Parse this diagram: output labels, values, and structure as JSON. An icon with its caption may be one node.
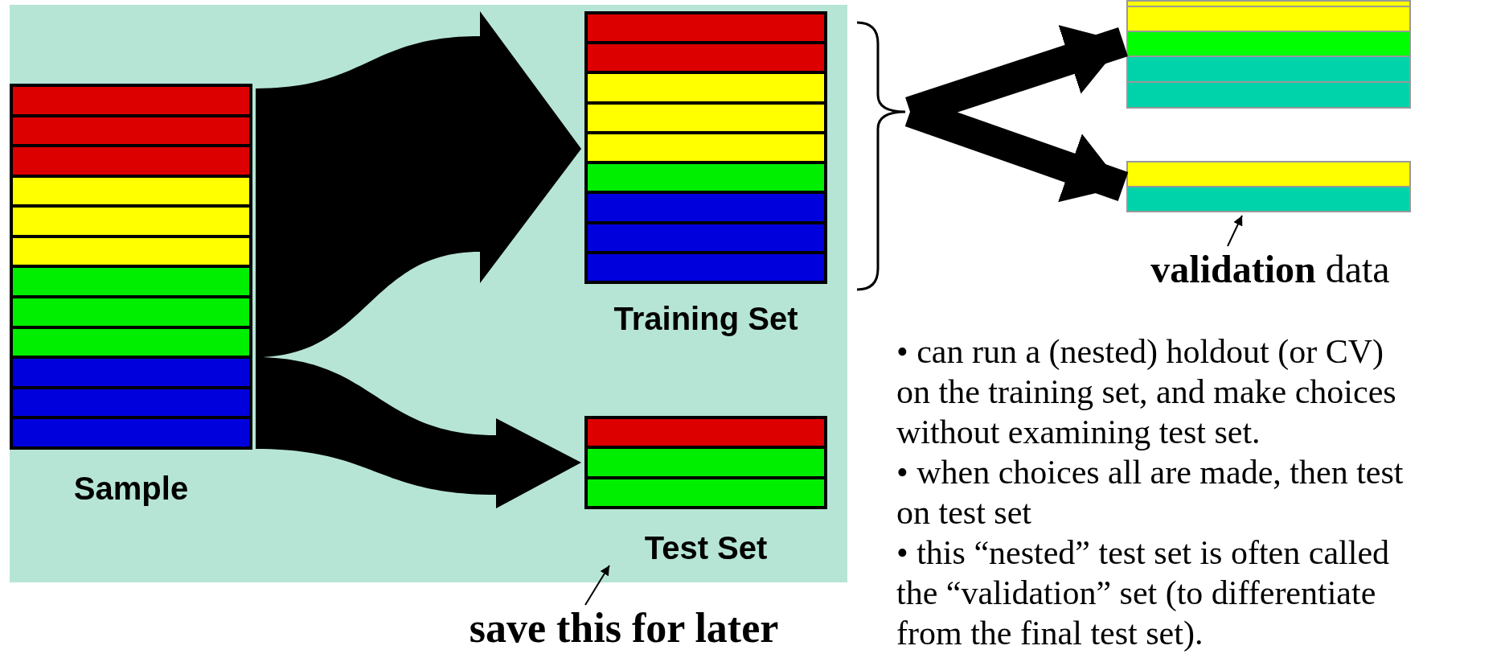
{
  "diagram": {
    "nodes": [
      {
        "text": [],
        "shape": "box"
      },
      {
        "text": [
          "Sample"
        ],
        "in": 0
      },
      {
        "text": [
          "Training Set"
        ],
        "in": 0
      },
      {
        "text": [
          "Test Set"
        ],
        "in": 0
      },
      {
        "text": [
          "save this for later"
        ]
      },
      {
        "text": [],
        "shape": "brace"
      },
      {
        "text": [],
        "shape": "box"
      },
      {
        "text": [],
        "shape": "box"
      },
      {
        "text": [
          "**validation** data"
        ]
      }
    ],
    "edges": [
      {
        "from": 1,
        "to": 2,
        "arrow": "to",
        "style": "thick"
      },
      {
        "from": 1,
        "to": 3,
        "arrow": "to",
        "style": "thick"
      },
      {
        "from": 4,
        "to": 3,
        "arrow": "to"
      },
      {
        "from": 5,
        "to": 6,
        "arrow": "to",
        "style": "thick"
      },
      {
        "from": 5,
        "to": 7,
        "arrow": "to",
        "style": "thick"
      },
      {
        "from": 8,
        "to": 7,
        "arrow": "to"
      }
    ],
    "labels": [
      "• can run a (nested) holdout (or CV) on the training set, and make choices without examining test set.",
      "• when choices all are made, then test on test set",
      "• this “nested” test set is often called the “validation” set (to differentiate from the final test set)."
    ]
  }
}
